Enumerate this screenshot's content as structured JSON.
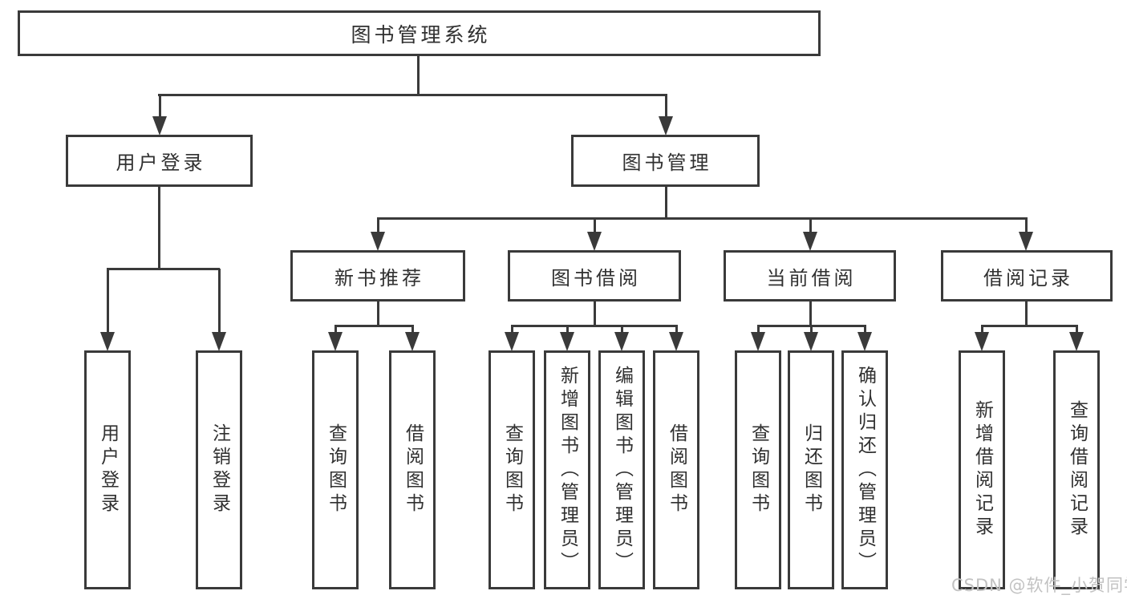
{
  "colors": {
    "line": "#3a3a3a",
    "text": "#303030",
    "box_bg": "#ffffff",
    "background": "#ffffff",
    "watermark": "#c2c2c2"
  },
  "diagram": {
    "root": {
      "label": "图书管理系统"
    },
    "level2": [
      {
        "label": "用户登录"
      },
      {
        "label": "图书管理"
      }
    ],
    "level3": [
      {
        "label": "新书推荐"
      },
      {
        "label": "图书借阅"
      },
      {
        "label": "当前借阅"
      },
      {
        "label": "借阅记录"
      }
    ],
    "leaves": {
      "user_login": [
        {
          "label": "用户登录"
        },
        {
          "label": "注销登录"
        }
      ],
      "new_books": [
        {
          "label": "查询图书"
        },
        {
          "label": "借阅图书"
        }
      ],
      "book_borrow": [
        {
          "label": "查询图书"
        },
        {
          "label": "新增图书（管理员）"
        },
        {
          "label": "编辑图书（管理员）"
        },
        {
          "label": "借阅图书"
        }
      ],
      "current_borrow": [
        {
          "label": "查询图书"
        },
        {
          "label": "归还图书"
        },
        {
          "label": "确认归还（管理员）"
        }
      ],
      "borrow_records": [
        {
          "label": "新增借阅记录"
        },
        {
          "label": "查询借阅记录"
        }
      ]
    }
  },
  "watermark": {
    "text": "CSDN @软件_小贺同学"
  }
}
